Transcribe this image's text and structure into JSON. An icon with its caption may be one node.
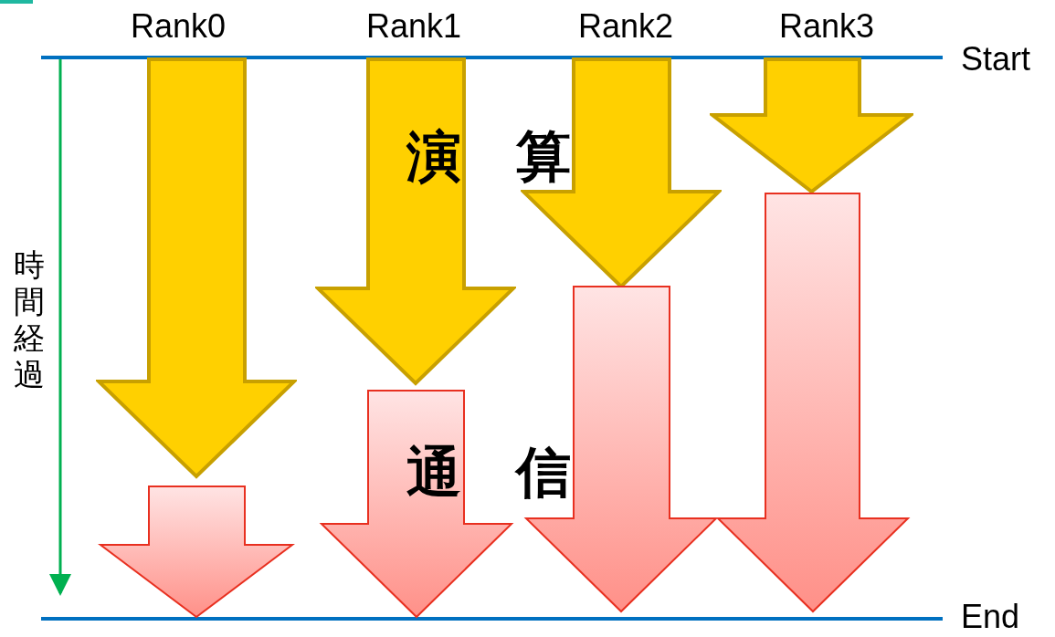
{
  "diagram": {
    "nodes": [
      {
        "text": [],
        "shape": "arrow",
        "beside": [
          "Rank0"
        ]
      },
      {
        "text": [],
        "shape": "arrow"
      },
      {
        "text": [],
        "shape": "arrow",
        "beside": [
          "Rank1"
        ]
      },
      {
        "text": [],
        "shape": "arrow"
      },
      {
        "text": [],
        "shape": "arrow",
        "beside": [
          "Rank2"
        ]
      },
      {
        "text": [],
        "shape": "arrow"
      },
      {
        "text": [],
        "shape": "arrow",
        "beside": [
          "Rank3"
        ]
      },
      {
        "text": [],
        "shape": "arrow"
      }
    ],
    "labels": [
      "Start",
      "演　算",
      "時間経過",
      "通　信",
      "End"
    ]
  }
}
